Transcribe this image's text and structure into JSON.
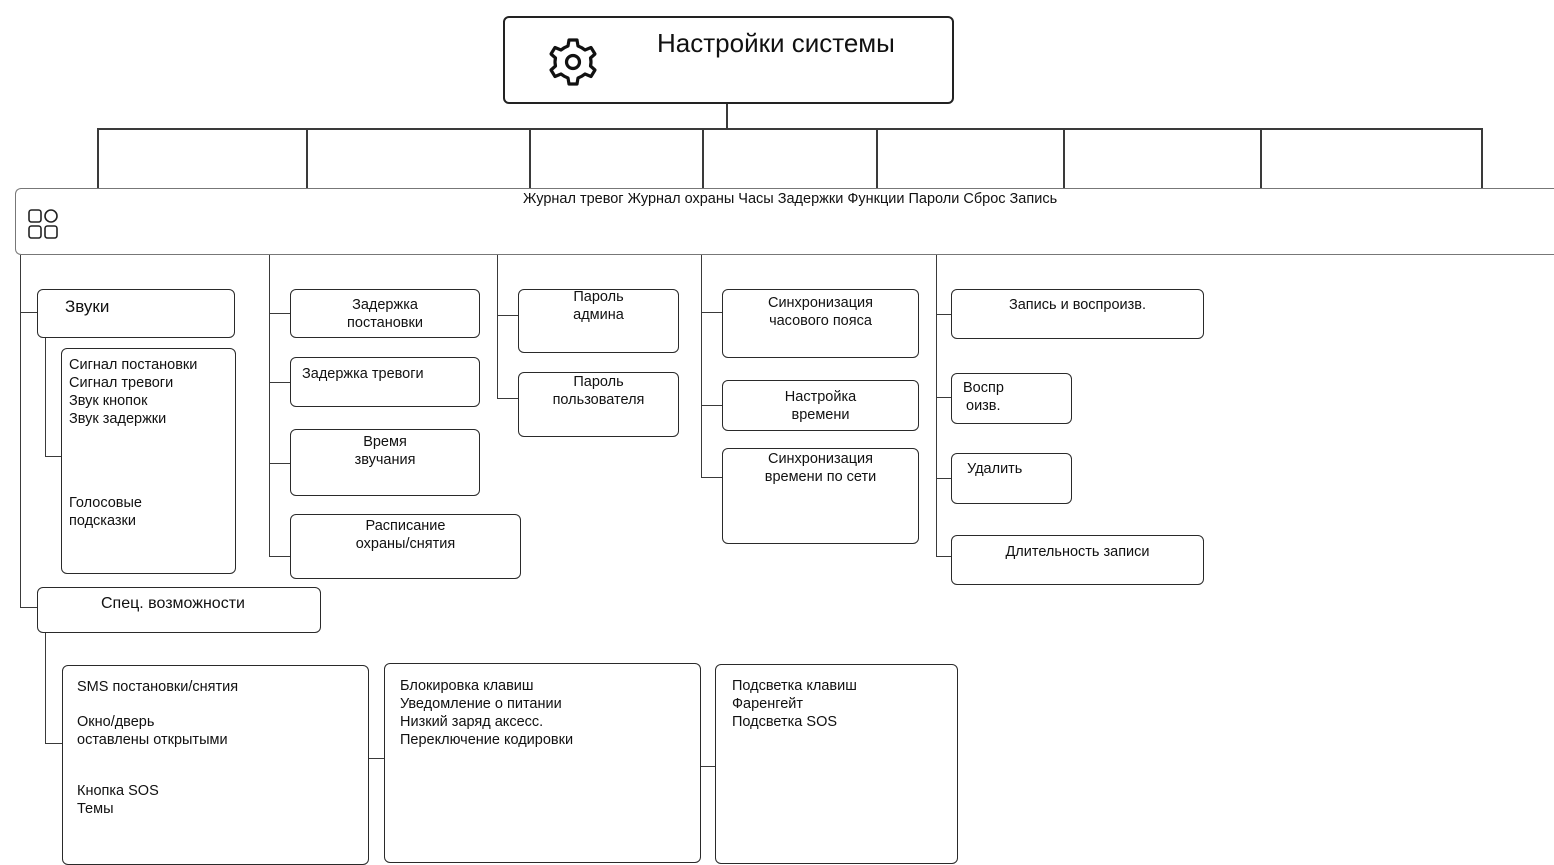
{
  "diagram": {
    "root": {
      "title": "Настройки системы",
      "icon": "gear-icon"
    },
    "tab_bar": {
      "icon": "apps-grid-icon",
      "label": "Журнал тревог Журнал охраны Часы Задержки Функции Пароли Сброс Запись"
    },
    "sounds": {
      "title": "Звуки",
      "items": [
        "Сигнал постановки",
        "Сигнал тревоги",
        "Звук кнопок",
        "Звук задержки"
      ],
      "voice": [
        "Голосовые",
        "подсказки"
      ]
    },
    "special": {
      "title": "Спец. возможности",
      "group1": [
        "SMS постановки/снятия"
      ],
      "group1b": [
        "Окно/дверь",
        "оставлены открытыми"
      ],
      "group1c": [
        "Кнопка SOS",
        "Темы"
      ],
      "group2": [
        "Блокировка клавиш",
        "Уведомление о питании",
        "Низкий заряд аксесс.",
        "Переключение кодировки"
      ],
      "group3": [
        "Подсветка клавиш",
        "Фаренгейт",
        "Подсветка SOS"
      ]
    },
    "delays": {
      "arm_delay": [
        "Задержка",
        "постановки"
      ],
      "alarm_delay": "Задержка тревоги",
      "sound_time": [
        "Время",
        "звучания"
      ],
      "schedule": [
        "Расписание",
        "охраны/снятия"
      ]
    },
    "passwords": {
      "admin": [
        "Пароль",
        "админа"
      ],
      "user": [
        "Пароль",
        "пользователя"
      ]
    },
    "clock": {
      "tz_sync": [
        "Синхронизация",
        "часового пояса"
      ],
      "time_setup": [
        "Настройка",
        "времени"
      ],
      "net_sync": [
        "Синхронизация",
        "времени по сети"
      ]
    },
    "record": {
      "rec_play": "Запись и воспроизв.",
      "play": [
        "Воспр",
        "оизв."
      ],
      "delete": "Удалить",
      "duration": "Длительность записи"
    }
  }
}
